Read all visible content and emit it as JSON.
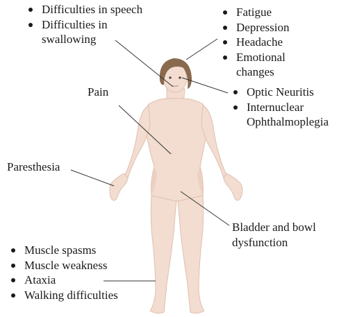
{
  "symptoms": {
    "speech_group": [
      "Difficulties in speech",
      "Difficulties in swallowing"
    ],
    "head_group": [
      "Fatigue",
      "Depression",
      "Headache",
      "Emotional changes"
    ],
    "eye_group": [
      "Optic Neuritis",
      "Internuclear Ophthalmoplegia"
    ],
    "pain": "Pain",
    "paresthesia": "Paresthesia",
    "bladder": "Bladder and bowl dysfunction",
    "limb_group": [
      "Muscle spasms",
      "Muscle weakness",
      "Ataxia",
      "Walking difficulties"
    ]
  },
  "colors": {
    "skin": "#f2ddd0",
    "skin_shadow": "#e5c4b3",
    "hair": "#8a6a4f",
    "line": "#333333",
    "text": "#1a1a1a"
  }
}
